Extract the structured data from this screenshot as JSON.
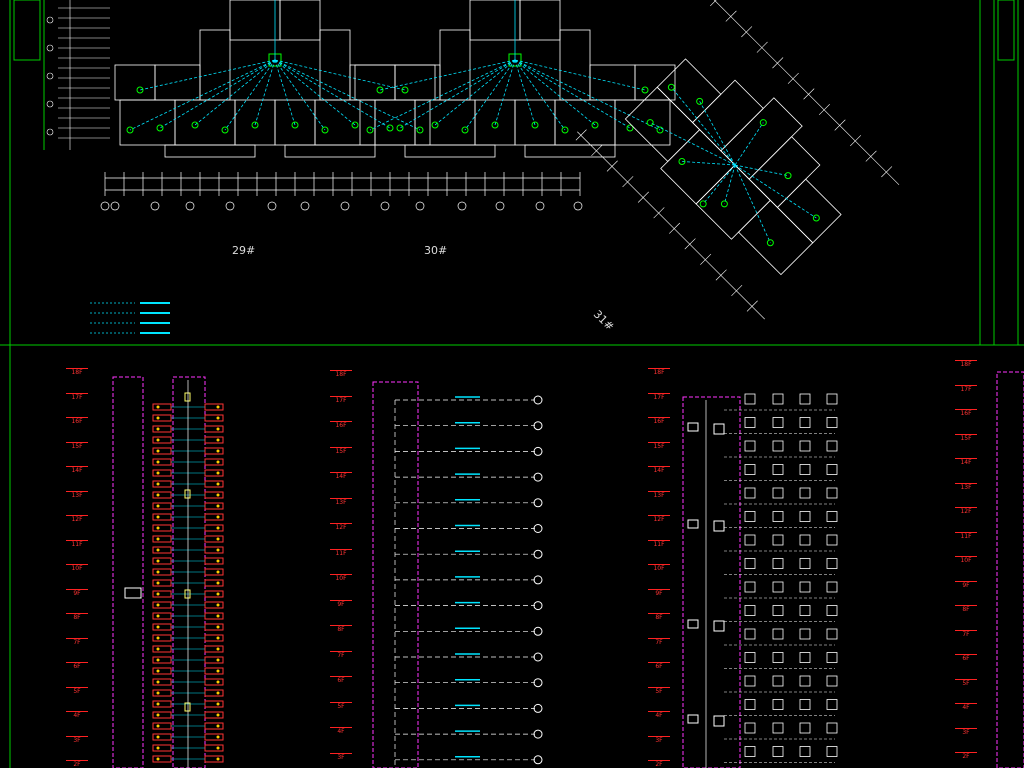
{
  "plans": {
    "building_29_label": "29#",
    "building_30_label": "30#",
    "building_31_label": "31#"
  },
  "floor_labels_a": [
    "18F",
    "17F",
    "16F",
    "15F",
    "14F",
    "13F",
    "12F",
    "11F",
    "10F",
    "9F",
    "8F",
    "7F",
    "6F",
    "5F",
    "4F",
    "3F",
    "2F"
  ],
  "floor_labels_b": [
    "18F",
    "17F",
    "16F",
    "15F",
    "14F",
    "13F",
    "12F",
    "11F",
    "10F",
    "9F",
    "8F",
    "7F",
    "6F",
    "5F",
    "4F",
    "3F"
  ],
  "floor_labels_c": [
    "18F",
    "17F",
    "16F",
    "15F",
    "14F",
    "13F",
    "12F",
    "11F",
    "10F",
    "9F",
    "8F",
    "7F",
    "6F",
    "5F",
    "4F",
    "3F",
    "2F"
  ],
  "floor_labels_d": [
    "18F",
    "17F",
    "16F",
    "15F",
    "14F",
    "13F",
    "12F",
    "11F",
    "10F",
    "9F",
    "8F",
    "7F",
    "6F",
    "5F",
    "4F",
    "3F",
    "2F"
  ],
  "colors": {
    "background": "#000000",
    "wall": "#ffffff",
    "wiring": "#00e5ff",
    "device": "#00ff00",
    "frame": "#00cc00",
    "riser": "#ff33ff",
    "floor_label": "#ff2222",
    "dim": "#ffffff"
  }
}
